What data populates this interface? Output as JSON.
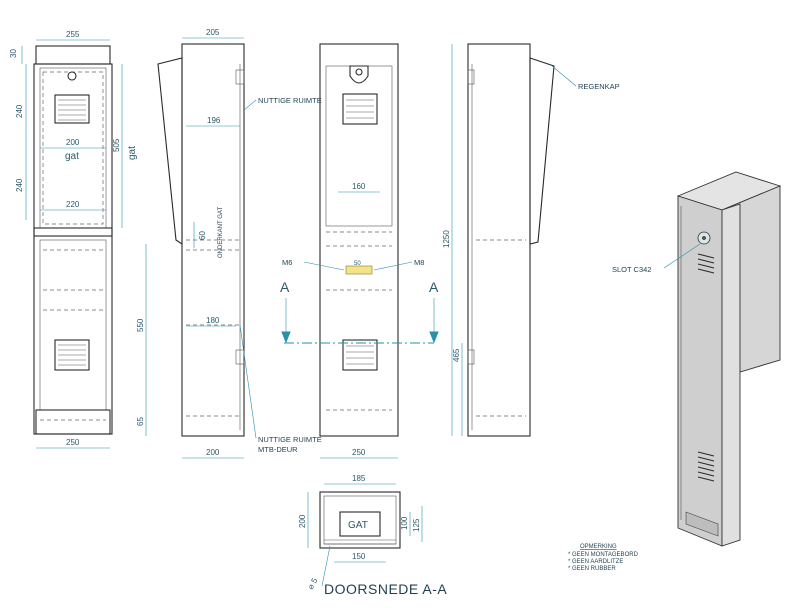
{
  "front": {
    "dim_width_top": "255",
    "dim_cap": "30",
    "dim_upper_vent": "240",
    "dim_lower_vent": "240",
    "dim_inner_width": "200",
    "dim_bottom_width": "220",
    "dim_total_height": "505",
    "gat_inside": "gat",
    "gat_side": "gat",
    "dim_width_bottom": "250"
  },
  "side_left": {
    "dim_top": "205",
    "label_space_top": "NUTTIGE RUIMTE",
    "dim_196": "196",
    "dim_60": "60",
    "label_vertical": "ONDERKANT GAT",
    "dim_550": "550",
    "dim_180": "180",
    "dim_65": "65",
    "label_space_bottom": "NUTTIGE RUIMTE",
    "label_door": "MTB-DEUR",
    "dim_bottom": "200"
  },
  "front_open": {
    "dim_160": "160",
    "label_m6": "M6",
    "label_m8": "M8",
    "dim_50": "50",
    "section_a_left": "A",
    "section_a_right": "A",
    "dim_bottom": "250"
  },
  "side_right": {
    "label_regenkap": "REGENKAP",
    "dim_1250": "1250",
    "dim_465": "465"
  },
  "iso": {
    "label_slot": "SLOT C342"
  },
  "section": {
    "dim_185": "185",
    "dim_200": "200",
    "gat": "GAT",
    "dim_100": "100",
    "dim_125": "125",
    "dim_150": "150",
    "dim_diam": "⌀ 5",
    "title": "DOORSNEDE A-A"
  },
  "notes": {
    "title": "OPMERKING",
    "items": [
      "* GEEN MONTAGEBORD",
      "* GEEN AARDLITZE",
      "* GEEN RUBBER"
    ]
  }
}
